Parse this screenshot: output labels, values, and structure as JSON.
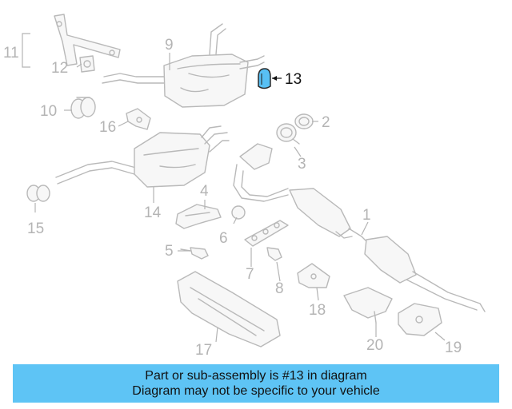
{
  "callouts": [
    "1",
    "2",
    "3",
    "4",
    "5",
    "6",
    "7",
    "8",
    "9",
    "10",
    "11",
    "12",
    "13",
    "14",
    "15",
    "16",
    "17",
    "18",
    "19",
    "20"
  ],
  "highlighted_part": "13",
  "banner": {
    "line1": "Part or sub-assembly is #13 in diagram",
    "line2": "Diagram may not be specific to your vehicle"
  },
  "colors": {
    "banner_bg": "#5ec4f5",
    "highlight_fill": "#58c0f4",
    "part_stroke": "#b9b9b9",
    "callout_text": "#b4b4b4"
  }
}
